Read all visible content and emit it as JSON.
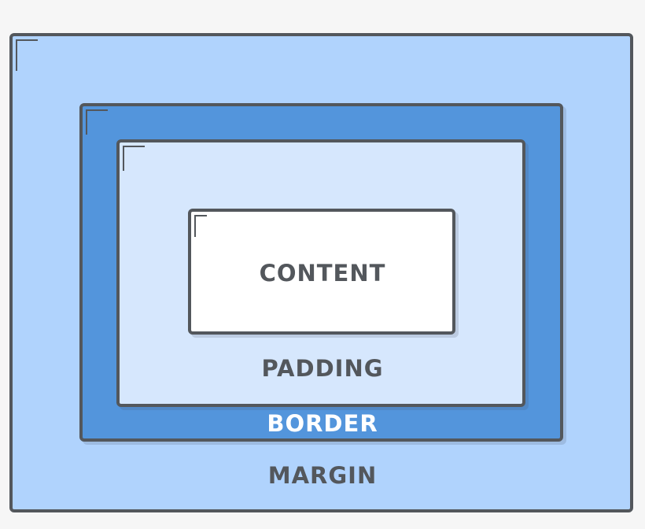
{
  "diagram": {
    "labels": {
      "content": "CONTENT",
      "padding": "PADDING",
      "border": "BORDER",
      "margin": "MARGIN"
    },
    "colors": {
      "page_background": "#f6f6f6",
      "margin_fill": "#b0d3fd",
      "border_fill": "#5395dc",
      "padding_fill": "#d6e7fd",
      "content_fill": "#ffffff",
      "outline": "#53575c",
      "label_text": "#53575c",
      "border_label_text": "#ffffff"
    }
  }
}
